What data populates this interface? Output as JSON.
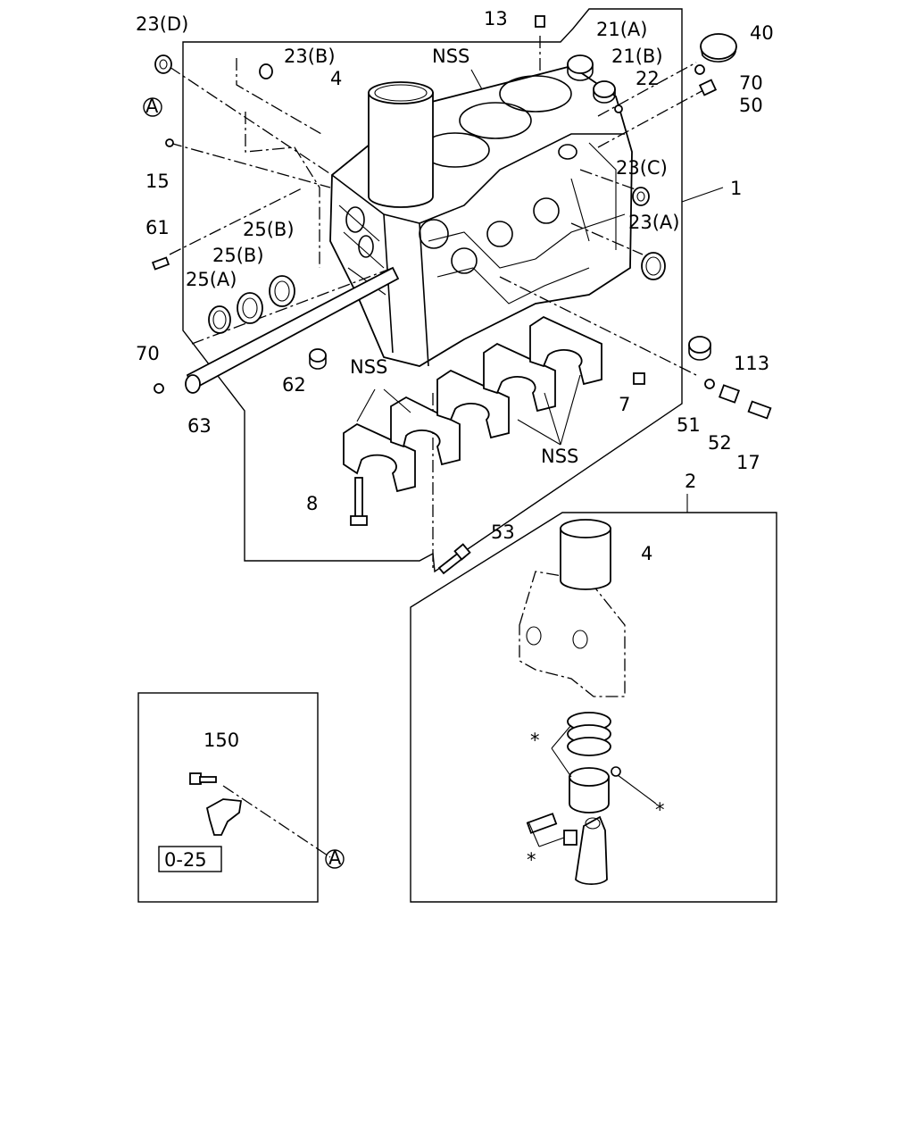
{
  "callouts": {
    "c23d": "23(D)",
    "c13": "13",
    "c21a": "21(A)",
    "c40": "40",
    "c23b": "23(B)",
    "nss_top": "NSS",
    "c21b": "21(B)",
    "c70_top": "70",
    "c4_top": "4",
    "c22": "22",
    "c50": "50",
    "c15": "15",
    "c23c": "23(C)",
    "c1": "1",
    "c23a": "23(A)",
    "c61": "61",
    "c25b_upper": "25(B)",
    "c25b_lower": "25(B)",
    "c25a": "25(A)",
    "c70_left": "70",
    "c62": "62",
    "c63": "63",
    "nss_mid": "NSS",
    "c113": "113",
    "c7": "7",
    "c51": "51",
    "c52": "52",
    "c17": "17",
    "nss_bottom": "NSS",
    "c8": "8",
    "c53": "53",
    "c2": "2",
    "c4_bottom": "4",
    "c150": "150",
    "star1": "*",
    "star2": "*",
    "star3": "*",
    "circle_a_top": "A",
    "circle_a_bottom": "A"
  },
  "reference_box": "0-25"
}
